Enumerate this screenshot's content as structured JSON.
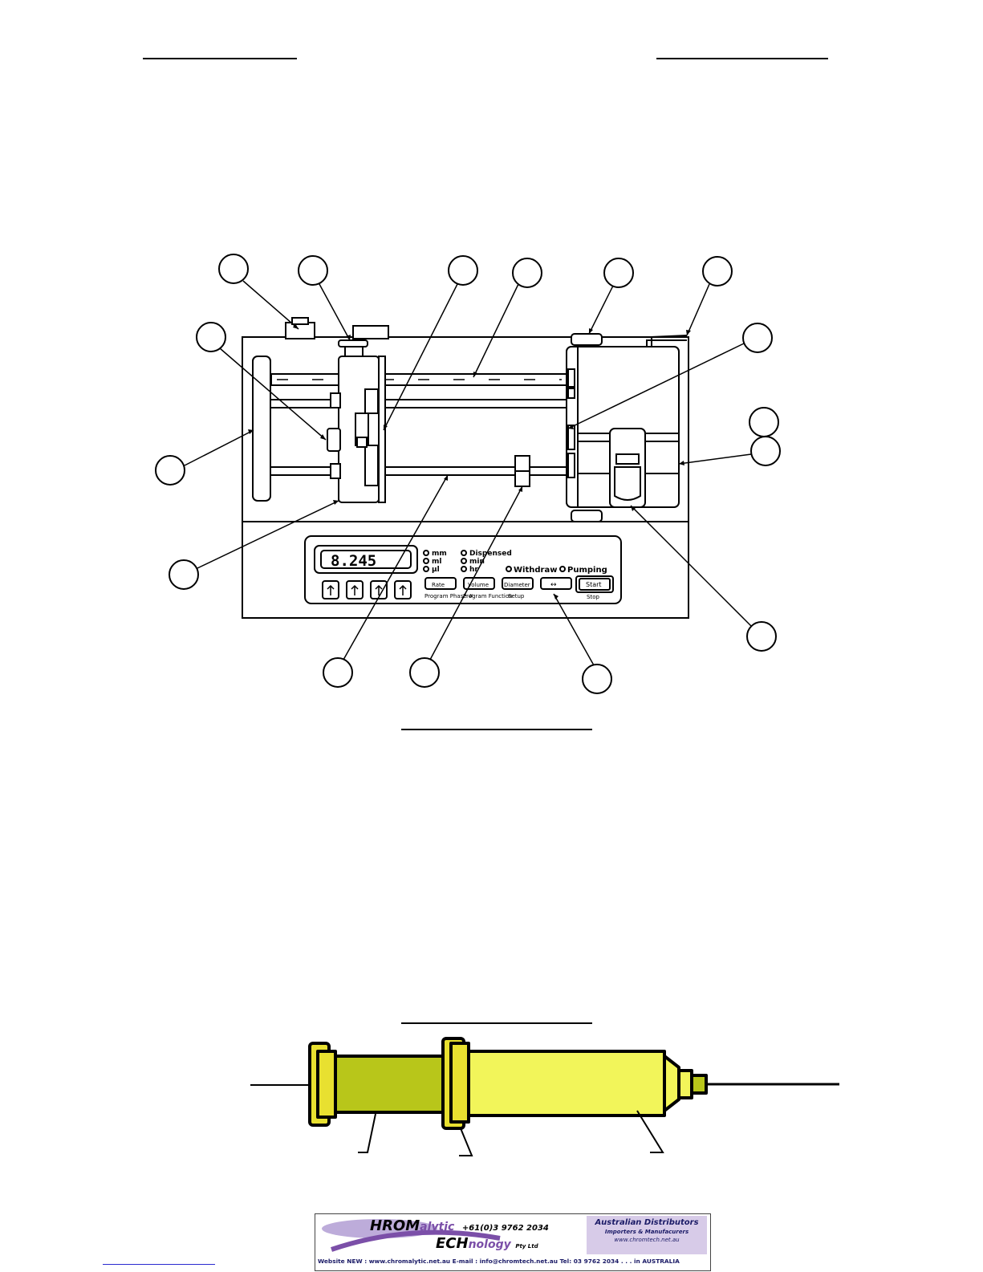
{
  "pump": {
    "display_value": "8.245",
    "units": [
      "mm",
      "ml",
      "µl"
    ],
    "modes": [
      "Dispensed",
      "min",
      "hr"
    ],
    "status": [
      "Withdraw",
      "Pumping"
    ],
    "keys": {
      "rate": "Rate",
      "volume": "Volume",
      "diameter": "Diameter",
      "start": "Start",
      "program_phase": "Program Phase #",
      "program_function": "Program Function",
      "setup": "Setup",
      "stop": "Stop",
      "arrow_label": "↔"
    }
  },
  "footer": {
    "brand_1": "HROM",
    "brand_1b": "alytic",
    "brand_2": "ECH",
    "brand_2b": "nology",
    "pty": "Pty Ltd",
    "phone": "+61(0)3 9762 2034",
    "distributor_title": "Australian Distributors",
    "distributor_sub": "Importers & Manufacurers",
    "distributor_web": "www.chromtech.net.au",
    "bottom_line": "Website NEW : www.chromalytic.net.au E-mail : info@chromtech.net.au Tel: 03 9762 2034 . . . in AUSTRALIA"
  },
  "colors": {
    "syringe_barrel": "#f2f55a",
    "syringe_plunger": "#b8c61a",
    "syringe_flange": "#e8e030",
    "brand_purple": "#7b4fa8"
  }
}
